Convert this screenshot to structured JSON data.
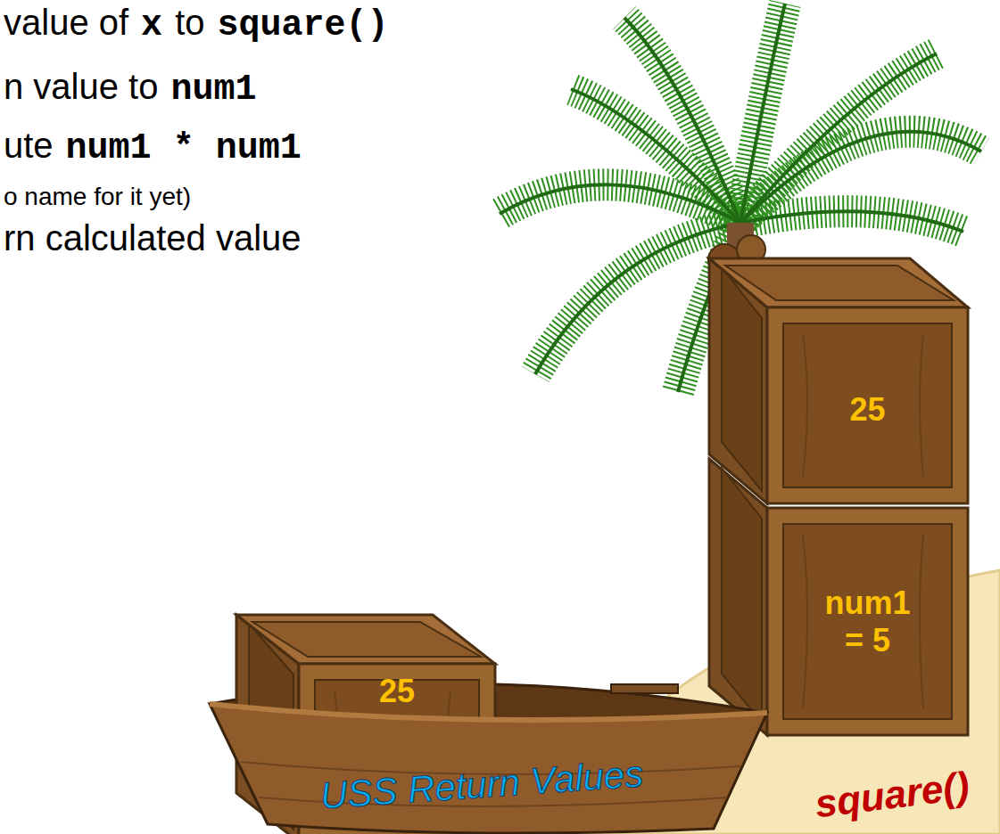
{
  "diagram": {
    "nodes": [
      {
        "text": [
          "square()"
        ]
      },
      {
        "text": [
          "25"
        ],
        "in": 0
      },
      {
        "text": [
          "num1 = 5"
        ],
        "in": 0
      },
      {
        "text": [
          "USS Return Values"
        ]
      },
      {
        "text": [
          "25"
        ],
        "in": 3
      }
    ],
    "labels": [
      "value of",
      "x",
      "to",
      "square()",
      "n value to",
      "num1",
      "ute",
      "num1 * num1",
      "o name for it yet)",
      "rn calculated value"
    ]
  }
}
